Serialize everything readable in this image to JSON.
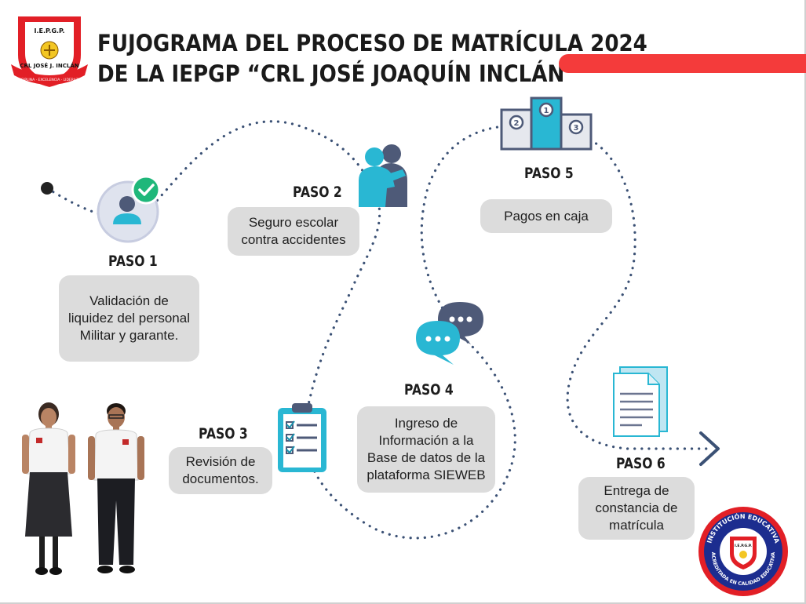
{
  "title": {
    "line1": "FUJOGRAMA DEL PROCESO DE MATRÍCULA 2024",
    "line2": "DE LA IEPGP “CRL JOSÉ JOAQUÍN INCLÁN”"
  },
  "logo_top": {
    "shield_text": "I.E.P.G.P.",
    "ribbon_text": "CRL JOSÉ J. INCLÁN",
    "motto": "DISCIPLINA · EXCELENCIA · LIDERAZGO"
  },
  "steps": [
    {
      "title": "PASO 1",
      "description": "Validación de liquidez del personal Militar y garante.",
      "icon": "user-check-icon"
    },
    {
      "title": "PASO 2",
      "description": "Seguro escolar contra accidentes",
      "icon": "hug-icon"
    },
    {
      "title": "PASO 3",
      "description": "Revisión de documentos.",
      "icon": "clipboard-checklist-icon"
    },
    {
      "title": "PASO 4",
      "description": "Ingreso de Información a la Base de datos de la plataforma SIEWEB",
      "icon": "chat-bubbles-icon"
    },
    {
      "title": "PASO 5",
      "description": "Pagos en caja",
      "icon": "podium-icon"
    },
    {
      "title": "PASO 6",
      "description": "Entrega de constancia de matrícula",
      "icon": "document-icon"
    }
  ],
  "podium": {
    "first": "1",
    "second": "2",
    "third": "3"
  },
  "seal_bottom": {
    "outer_top": "INSTITUCIÓN EDUCATIVA",
    "outer_bottom": "ACREDITADA EN CALIDAD EDUCATIVA",
    "shield_text": "I.E.P.G.P."
  },
  "colors": {
    "accent_red": "#f43b3b",
    "path_blue": "#3b5175",
    "icon_cyan": "#29b7d3",
    "box_gray": "#dcdcdc"
  }
}
